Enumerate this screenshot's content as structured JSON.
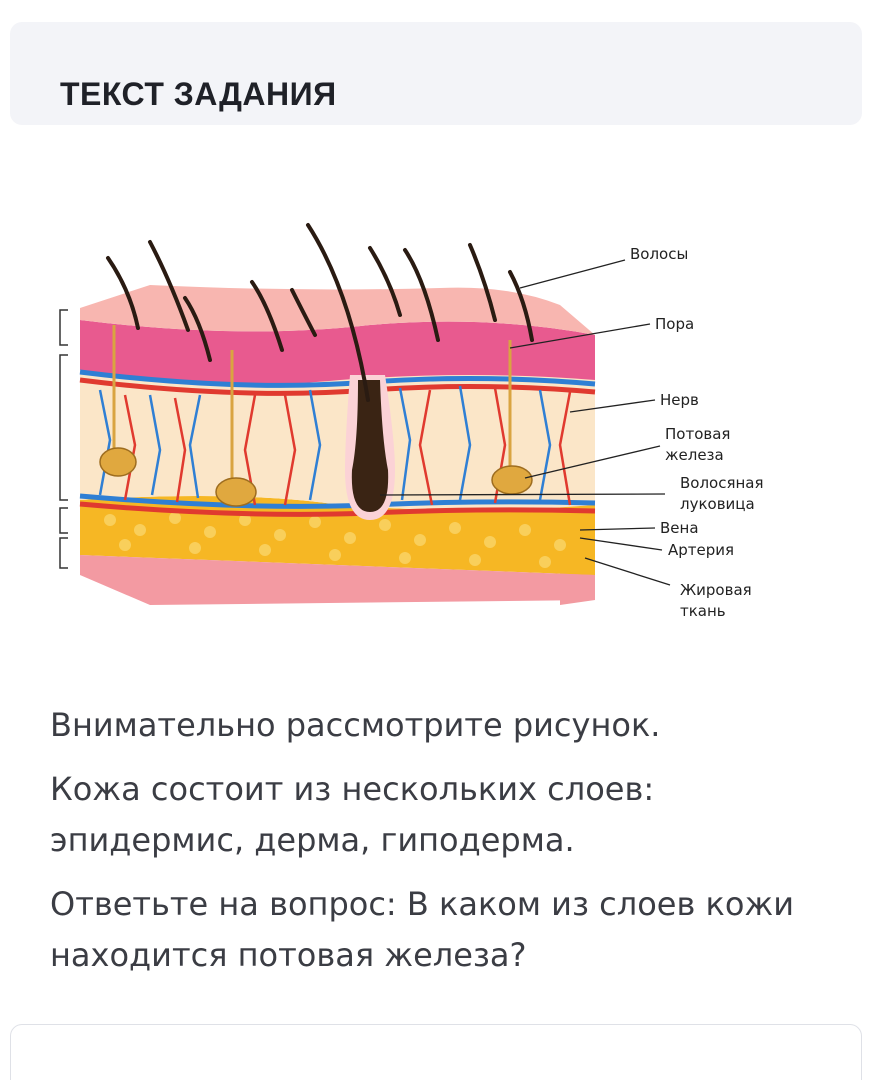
{
  "header": {
    "title": "ТЕКСТ ЗАДАНИЯ"
  },
  "figure": {
    "labels": {
      "hair": "Волосы",
      "pore": "Пора",
      "nerve": "Нерв",
      "sweat_gland_1": "Потовая",
      "sweat_gland_2": "железа",
      "hair_bulb_1": "Волосяная",
      "hair_bulb_2": "луковица",
      "vein": "Вена",
      "artery": "Артерия",
      "fat_1": "Жировая",
      "fat_2": "ткань"
    },
    "colors": {
      "epidermis": "#f7b4b8",
      "dermis": "#fbe6c8",
      "fat": "#f6b724",
      "vein": "#2f7fd4",
      "artery": "#e03a2f",
      "hair": "#2a1b12"
    }
  },
  "question": {
    "line1": "Внимательно рассмотрите рисунок.",
    "line2": "Кожа состоит из нескольких слоев: эпидермис, дерма, гиподерма.",
    "line3": "Ответьте на вопрос: В каком из слоев кожи находится потовая железа?"
  }
}
